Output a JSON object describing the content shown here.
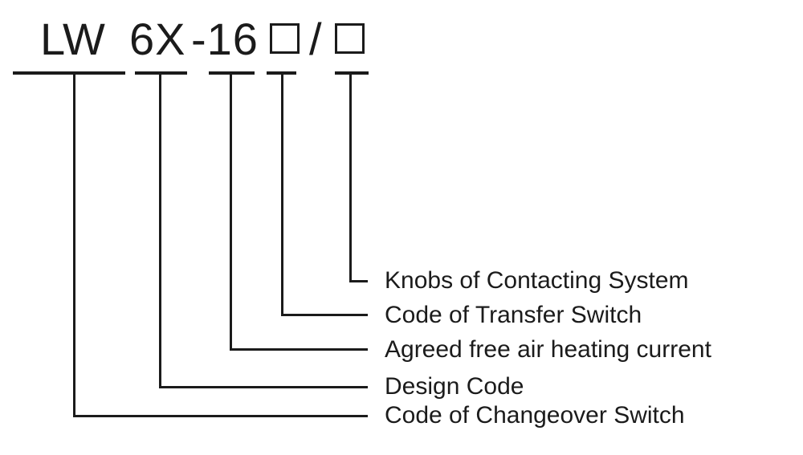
{
  "colors": {
    "ink": "#1b1b1b",
    "background": "#ffffff"
  },
  "model_code": {
    "prefix": "LW",
    "design": "6X",
    "current": "-16",
    "separator": "/",
    "placeholder_glyph": "□"
  },
  "segments": [
    {
      "code": "LW",
      "label": "Code of Changeover Switch"
    },
    {
      "code": "6X",
      "label": "Design Code"
    },
    {
      "code": "16",
      "label": "Agreed free air heating current"
    },
    {
      "code": "□",
      "label": "Code of Transfer Switch"
    },
    {
      "code": "□",
      "label": "Knobs of Contacting System"
    }
  ]
}
